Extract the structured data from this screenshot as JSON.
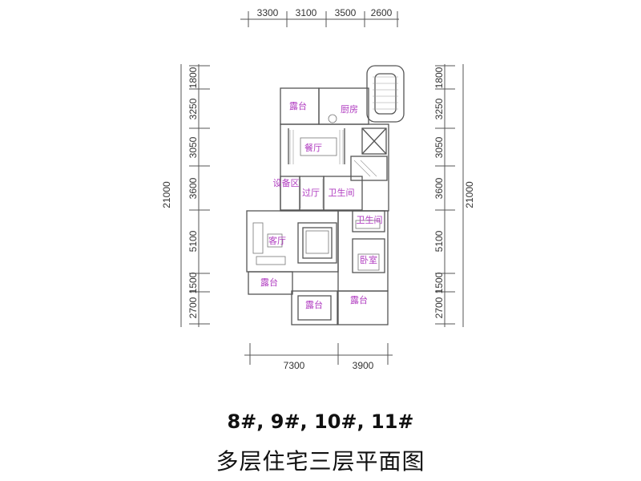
{
  "dimensions": {
    "top": [
      "3300",
      "3100",
      "3500",
      "2600"
    ],
    "bottom": [
      "7300",
      "3900"
    ],
    "left_total": "21000",
    "right_total": "21000",
    "rows": [
      "1800",
      "3250",
      "3050",
      "3600",
      "5100",
      "1500",
      "2700"
    ]
  },
  "rooms": {
    "terrace_top": "露台",
    "kitchen": "厨房",
    "dining": "餐厅",
    "equipment": "设备区",
    "hall": "过厅",
    "bath1": "卫生间",
    "bath2": "卫生间",
    "living": "客厅",
    "bedroom": "卧室",
    "terrace_left": "露台",
    "terrace_center": "露台",
    "terrace_right": "露台"
  },
  "title": {
    "buildings": "8#, 9#, 10#, 11#",
    "name": "多层住宅三层平面图"
  },
  "colors": {
    "room_label": "#b03cc0",
    "line": "#555555"
  }
}
